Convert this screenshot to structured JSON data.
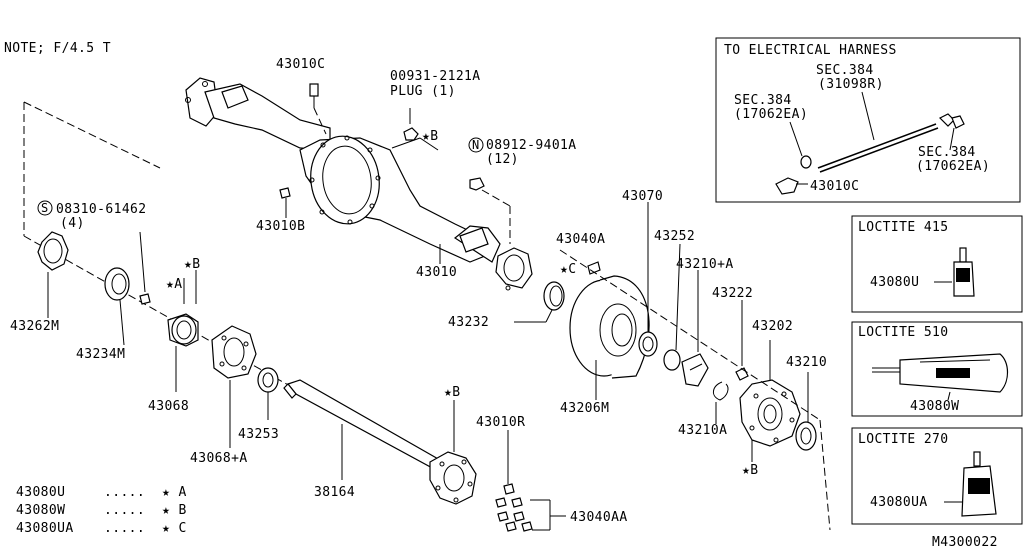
{
  "note": "NOTE; F/4.5 T",
  "diagram_id": "M4300022",
  "callouts": {
    "c43010C_top": "43010C",
    "c00931": "00931-2121A",
    "plug": "PLUG (1)",
    "star_b_plug": "★B",
    "n_circle": "N",
    "c08912": "08912-9401A",
    "c08912_qty": "(12)",
    "s_circle": "S",
    "c08310": "08310-61462",
    "c08310_qty": "(4)",
    "c43010B": "43010B",
    "c43010": "43010",
    "c43262M": "43262M",
    "c43234M": "43234M",
    "c43068": "43068",
    "c43068A": "43068+A",
    "c43253": "43253",
    "c38164": "38164",
    "c43010R": "43010R",
    "c43040AA": "43040AA",
    "c43040A": "43040A",
    "star_c": "★C",
    "c43232": "43232",
    "c43206M": "43206M",
    "c43070": "43070",
    "c43252": "43252",
    "c43210A_top": "43210+A",
    "c43222": "43222",
    "c43202": "43202",
    "c43210": "43210",
    "c43210A_bot": "43210A",
    "star_b_hub": "★B",
    "star_a": "★A",
    "star_b": "★B",
    "star_b_shaft": "★B"
  },
  "legend": [
    {
      "part": "43080U",
      "dots": ".....",
      "mark": "★ A"
    },
    {
      "part": "43080W",
      "dots": ".....",
      "mark": "★ B"
    },
    {
      "part": "43080UA",
      "dots": ".....",
      "mark": "★ C"
    }
  ],
  "harness_box": {
    "title": "TO ELECTRICAL HARNESS",
    "sec_top": "SEC.384",
    "sec_top_num": "(31098R)",
    "sec_left": "SEC.384",
    "sec_left_num": "(17062EA)",
    "sec_right": "SEC.384",
    "sec_right_num": "(17062EA)",
    "part": "43010C"
  },
  "loctite_boxes": [
    {
      "title": "LOCTITE 415",
      "part": "43080U"
    },
    {
      "title": "LOCTITE 510",
      "part": "43080W"
    },
    {
      "title": "LOCTITE 270",
      "part": "43080UA"
    }
  ]
}
